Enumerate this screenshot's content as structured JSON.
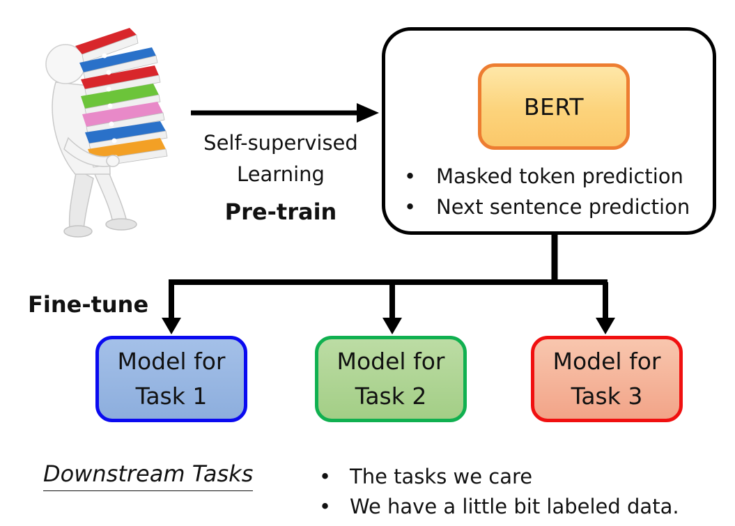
{
  "diagram": {
    "pretrain": {
      "caption_line1": "Self-supervised",
      "caption_line2": "Learning",
      "title": "Pre-train"
    },
    "bert": {
      "label": "BERT",
      "bullets": [
        "Masked token prediction",
        "Next sentence prediction"
      ]
    },
    "finetune_label": "Fine-tune",
    "tasks": [
      {
        "line1": "Model for",
        "line2": "Task 1"
      },
      {
        "line1": "Model for",
        "line2": "Task 2"
      },
      {
        "line1": "Model for",
        "line2": "Task 3"
      }
    ],
    "downstream": {
      "label": "Downstream Tasks",
      "notes": [
        "The tasks we care",
        "We have a little bit labeled data."
      ]
    },
    "bullet_glyph": "•"
  },
  "colors": {
    "bert_border": "#ED7D31",
    "bert_fill": "#FCD37B",
    "task1_border": "#0A0AF0",
    "task1_fill": "#9DB8E4",
    "task2_border": "#10B050",
    "task2_fill": "#B0D597",
    "task3_border": "#F01010",
    "task3_fill": "#F5B49B"
  },
  "icons": {
    "illustration": "person-carrying-binders-icon"
  }
}
